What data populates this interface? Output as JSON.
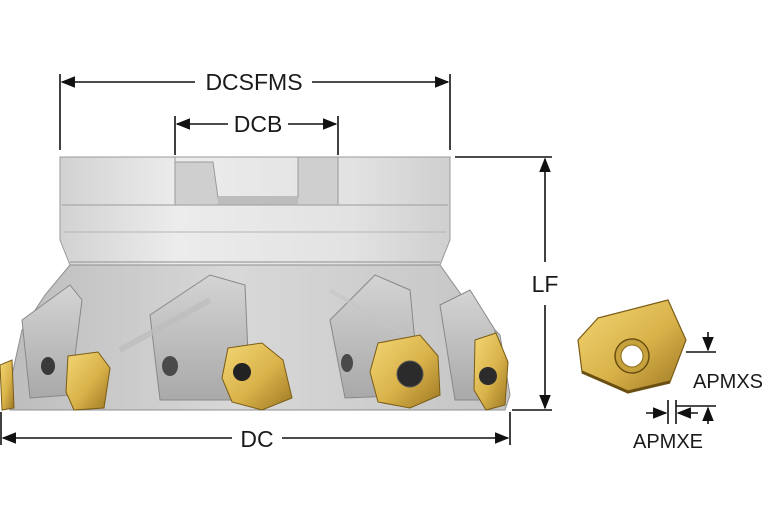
{
  "diagram": {
    "labels": {
      "dcsfms": "DCSFMS",
      "dcb": "DCB",
      "lf": "LF",
      "dc": "DC",
      "apmxs": "APMXS",
      "apmxe": "APMXE"
    },
    "colors": {
      "body_light": "#e6e6e6",
      "body_mid": "#c9c9c9",
      "body_dark": "#9c9c9c",
      "insert_gold": "#d9b24a",
      "insert_dark": "#8a6a1c",
      "dimension_line": "#111111"
    }
  }
}
